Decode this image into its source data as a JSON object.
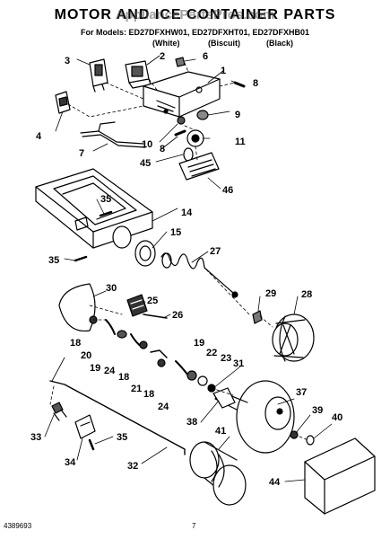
{
  "header": {
    "title": "MOTOR AND ICE CONTAINER PARTS",
    "watermark": "AppliancePartsPros.com",
    "models": "For Models: ED27DFXHW01, ED27DFXHT01, ED27DFXHB01",
    "colors": [
      "(White)",
      "(Biscuit)",
      "(Black)"
    ]
  },
  "callouts": [
    "1",
    "2",
    "3",
    "4",
    "6",
    "7",
    "8",
    "8",
    "9",
    "10",
    "11",
    "45",
    "46",
    "35",
    "14",
    "15",
    "27",
    "35",
    "30",
    "25",
    "29",
    "28",
    "26",
    "18",
    "20",
    "19",
    "24",
    "18",
    "21",
    "18",
    "24",
    "19",
    "22",
    "23",
    "31",
    "37",
    "38",
    "39",
    "40",
    "41",
    "44",
    "33",
    "34",
    "35",
    "32"
  ],
  "footer": {
    "doc_number": "4389693",
    "page_number": "7"
  }
}
